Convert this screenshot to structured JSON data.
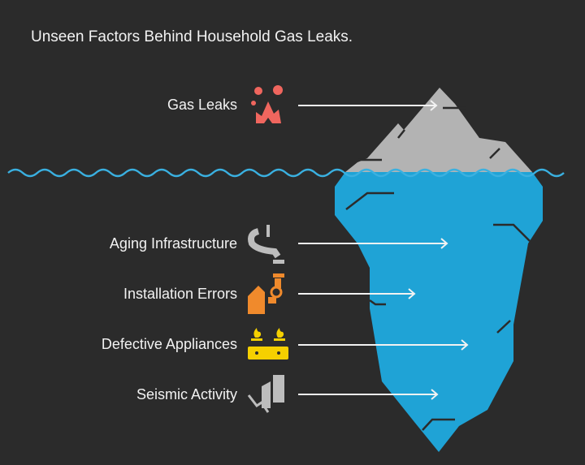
{
  "title": "Unseen Factors Behind Household Gas Leaks.",
  "above_water": {
    "label": "Gas Leaks",
    "icon": "gas-leak-fire-icon"
  },
  "below_water": [
    {
      "label": "Aging Infrastructure",
      "icon": "pipe-icon"
    },
    {
      "label": "Installation Errors",
      "icon": "installation-pipe-icon"
    },
    {
      "label": "Defective Appliances",
      "icon": "gas-stove-icon"
    },
    {
      "label": "Seismic Activity",
      "icon": "earthquake-buildings-icon"
    }
  ],
  "colors": {
    "background": "#2b2b2b",
    "ice_top": "#b3b3b3",
    "ice_bottom": "#1fa3d6",
    "water": "#3ab0e0",
    "fire": "#f0665e",
    "pipe": "#bdbdbd",
    "orange": "#f08a2c",
    "yellow": "#f5d000"
  }
}
